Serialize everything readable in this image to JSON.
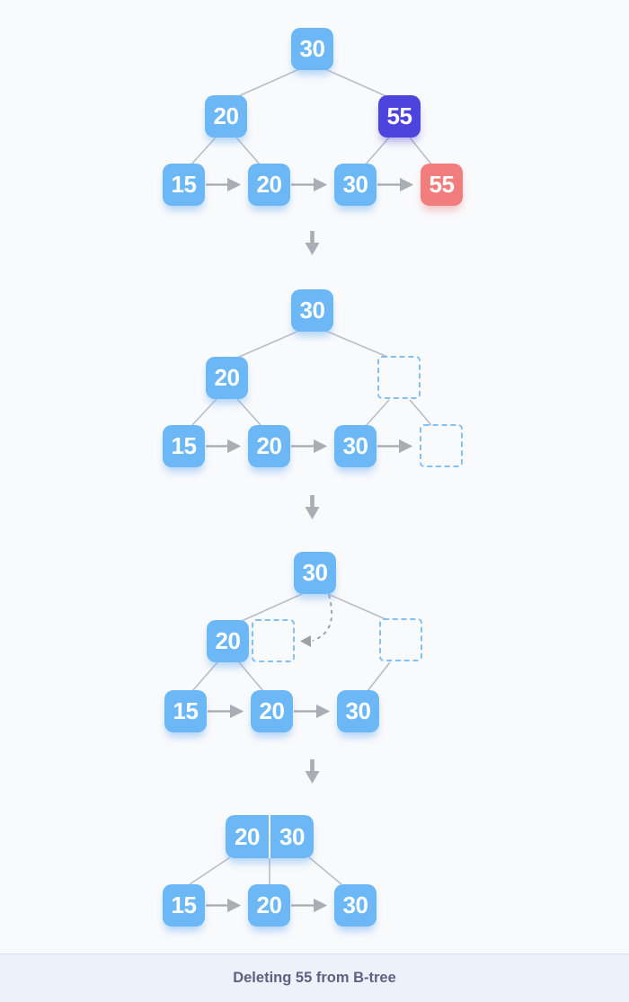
{
  "caption": {
    "text": "Deleting 55 from B-tree"
  },
  "colors": {
    "background": "#F9FAFC",
    "node_blue": "#6CB8F6",
    "node_highlight_purple": "#4C44DC",
    "node_delete_red": "#F17D7D",
    "dashed_box_border": "#85C0F3",
    "connector_gray": "#B9BDC5",
    "arrow_gray": "#A5A9B0",
    "downarrow_gray": "#A9ADB4",
    "curve_gray": "#9CA1A8",
    "caption_bg": "#EDF1F9",
    "caption_border": "#DBDFEA",
    "caption_text": "#5D6280"
  },
  "stages": [
    {
      "root": {
        "value": "30",
        "style": "normal"
      },
      "internal": [
        {
          "value": "20",
          "style": "normal"
        },
        {
          "value": "55",
          "style": "highlight"
        }
      ],
      "leaves": [
        {
          "value": "15",
          "style": "normal"
        },
        {
          "value": "20",
          "style": "normal"
        },
        {
          "value": "30",
          "style": "normal"
        },
        {
          "value": "55",
          "style": "delete"
        }
      ]
    },
    {
      "root": {
        "value": "30",
        "style": "normal"
      },
      "internal": [
        {
          "value": "20",
          "style": "normal"
        },
        {
          "value": "",
          "style": "empty"
        }
      ],
      "leaves": [
        {
          "value": "15",
          "style": "normal"
        },
        {
          "value": "20",
          "style": "normal"
        },
        {
          "value": "30",
          "style": "normal"
        },
        {
          "value": "",
          "style": "empty"
        }
      ]
    },
    {
      "root": {
        "value": "30",
        "style": "normal"
      },
      "internal": [
        {
          "value": "20",
          "style": "normal"
        },
        {
          "value": "",
          "style": "empty"
        },
        {
          "value": "",
          "style": "empty"
        }
      ],
      "leaves": [
        {
          "value": "15",
          "style": "normal"
        },
        {
          "value": "20",
          "style": "normal"
        },
        {
          "value": "30",
          "style": "normal"
        }
      ]
    },
    {
      "root_cells": [
        {
          "value": "20"
        },
        {
          "value": "30"
        }
      ],
      "leaves": [
        {
          "value": "15",
          "style": "normal"
        },
        {
          "value": "20",
          "style": "normal"
        },
        {
          "value": "30",
          "style": "normal"
        }
      ]
    }
  ]
}
